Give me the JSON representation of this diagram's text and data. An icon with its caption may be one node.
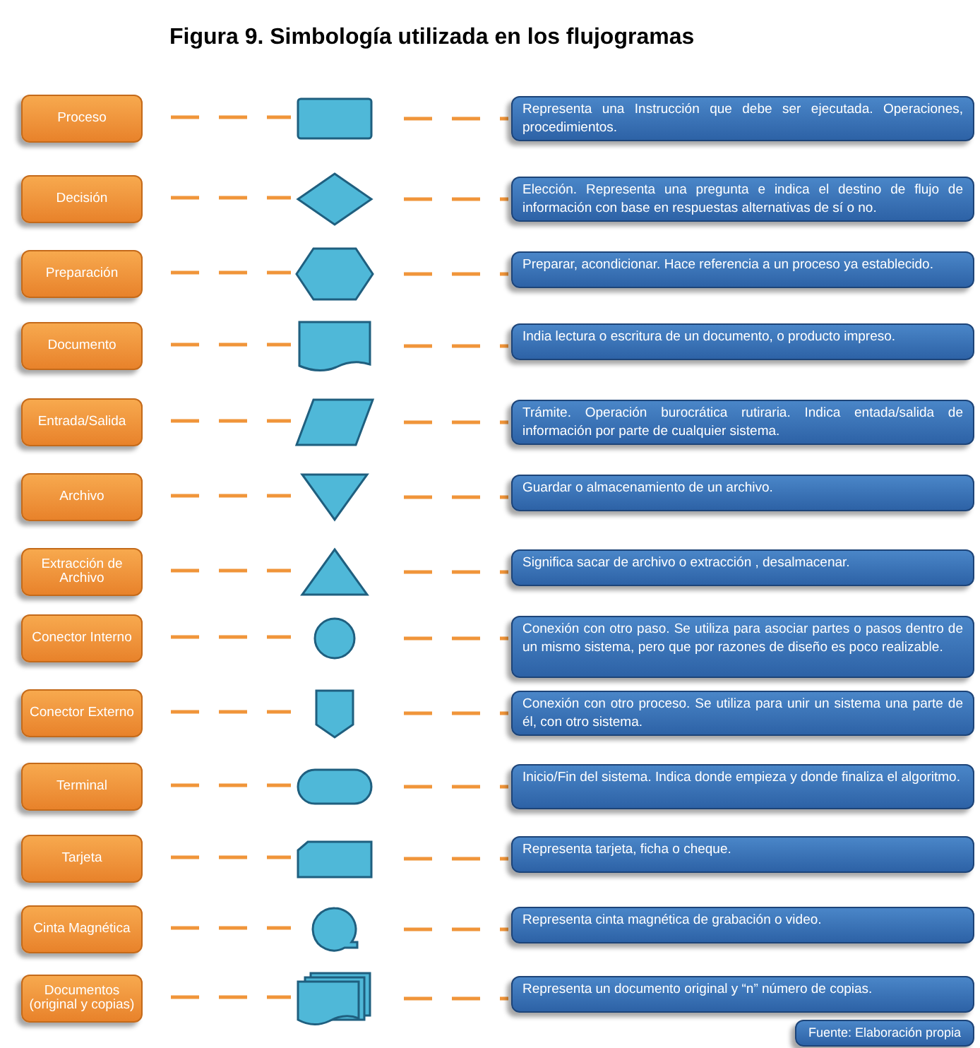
{
  "diagram": {
    "title": "Figura 9.  Simbología utilizada en los flujogramas",
    "nodes": [
      {
        "text": [
          "Proceso"
        ]
      },
      {
        "text": [],
        "shape": "box"
      },
      {
        "text": [
          "Representa una Instrucción que debe ser ejecutada. Operaciones, procedimientos."
        ]
      },
      {
        "text": [
          "Decisión"
        ]
      },
      {
        "text": [],
        "shape": "diamond"
      },
      {
        "text": [
          "Elección. Representa una pregunta e indica el destino de flujo de información con base en respuestas alternativas de sí o no."
        ]
      },
      {
        "text": [
          "Preparación"
        ]
      },
      {
        "text": [],
        "shape": "hexagon"
      },
      {
        "text": [
          "Preparar, acondicionar. Hace referencia a un proceso ya establecido."
        ]
      },
      {
        "text": [
          "Documento"
        ]
      },
      {
        "text": [],
        "shape": "document"
      },
      {
        "text": [
          "India lectura o escritura de un documento, o producto impreso."
        ]
      },
      {
        "text": [
          "Entrada/Salida"
        ]
      },
      {
        "text": [],
        "shape": "parallelogram"
      },
      {
        "text": [
          "Trámite. Operación  burocrática rutiraria. Indica entada/salida de información por parte de cualquier sistema."
        ]
      },
      {
        "text": [
          "Archivo"
        ]
      },
      {
        "text": [],
        "shape": "triangle"
      },
      {
        "text": [
          "Guardar o almacenamiento de un archivo."
        ]
      },
      {
        "text": [
          "Extracción de Archivo"
        ]
      },
      {
        "text": [],
        "shape": "triangle"
      },
      {
        "text": [
          "Significa sacar de archivo o extracción , desalmacenar."
        ]
      },
      {
        "text": [
          "Conector Interno"
        ]
      },
      {
        "text": [],
        "shape": "circle"
      },
      {
        "text": [
          "Conexión con otro paso. Se utiliza para asociar partes o pasos dentro de un mismo sistema, pero que por razones de diseño es poco realizable."
        ]
      },
      {
        "text": [
          "Conector Externo"
        ]
      },
      {
        "text": [],
        "shape": "pentagon"
      },
      {
        "text": [
          "Conexión con otro proceso. Se utiliza para unir un sistema  una parte de él, con otro sistema."
        ]
      },
      {
        "text": [
          "Terminal"
        ]
      },
      {
        "text": [],
        "shape": "terminal"
      },
      {
        "text": [
          "Inicio/Fin  del sistema. Indica donde empieza y donde finaliza el algoritmo."
        ]
      },
      {
        "text": [
          "Tarjeta"
        ]
      },
      {
        "text": [],
        "shape": "card"
      },
      {
        "text": [
          "Representa tarjeta, ficha o cheque."
        ]
      },
      {
        "text": [
          "Cinta Magnética"
        ]
      },
      {
        "text": [],
        "shape": "tape"
      },
      {
        "text": [
          "Representa cinta magnética de grabación o video."
        ]
      },
      {
        "text": [
          "Documentos (original y copias)"
        ]
      },
      {
        "text": [],
        "shape": "documents"
      },
      {
        "text": [
          "Representa un documento original y “n”  número de copias."
        ]
      },
      {
        "text": [
          "Fuente: Elaboración propia"
        ]
      }
    ],
    "edges": [
      {
        "from": 0,
        "to": 1,
        "arrow": "none",
        "style": "dashed"
      },
      {
        "from": 1,
        "to": 2,
        "arrow": "none",
        "style": "dashed"
      },
      {
        "from": 3,
        "to": 4,
        "arrow": "none",
        "style": "dashed"
      },
      {
        "from": 4,
        "to": 5,
        "arrow": "none",
        "style": "dashed"
      },
      {
        "from": 6,
        "to": 7,
        "arrow": "none",
        "style": "dashed"
      },
      {
        "from": 7,
        "to": 8,
        "arrow": "none",
        "style": "dashed"
      },
      {
        "from": 9,
        "to": 10,
        "arrow": "none",
        "style": "dashed"
      },
      {
        "from": 10,
        "to": 11,
        "arrow": "none",
        "style": "dashed"
      },
      {
        "from": 12,
        "to": 13,
        "arrow": "none",
        "style": "dashed"
      },
      {
        "from": 13,
        "to": 14,
        "arrow": "none",
        "style": "dashed"
      },
      {
        "from": 15,
        "to": 16,
        "arrow": "none",
        "style": "dashed"
      },
      {
        "from": 16,
        "to": 17,
        "arrow": "none",
        "style": "dashed"
      },
      {
        "from": 18,
        "to": 19,
        "arrow": "none",
        "style": "dashed"
      },
      {
        "from": 19,
        "to": 20,
        "arrow": "none",
        "style": "dashed"
      },
      {
        "from": 21,
        "to": 22,
        "arrow": "none",
        "style": "dashed"
      },
      {
        "from": 22,
        "to": 23,
        "arrow": "none",
        "style": "dashed"
      },
      {
        "from": 24,
        "to": 25,
        "arrow": "none",
        "style": "dashed"
      },
      {
        "from": 25,
        "to": 26,
        "arrow": "none",
        "style": "dashed"
      },
      {
        "from": 27,
        "to": 28,
        "arrow": "none",
        "style": "dashed"
      },
      {
        "from": 28,
        "to": 29,
        "arrow": "none",
        "style": "dashed"
      },
      {
        "from": 30,
        "to": 31,
        "arrow": "none",
        "style": "dashed"
      },
      {
        "from": 31,
        "to": 32,
        "arrow": "none",
        "style": "dashed"
      },
      {
        "from": 33,
        "to": 34,
        "arrow": "none",
        "style": "dashed"
      },
      {
        "from": 34,
        "to": 35,
        "arrow": "none",
        "style": "dashed"
      },
      {
        "from": 36,
        "to": 37,
        "arrow": "none",
        "style": "dashed"
      },
      {
        "from": 37,
        "to": 38,
        "arrow": "none",
        "style": "dashed"
      }
    ]
  }
}
